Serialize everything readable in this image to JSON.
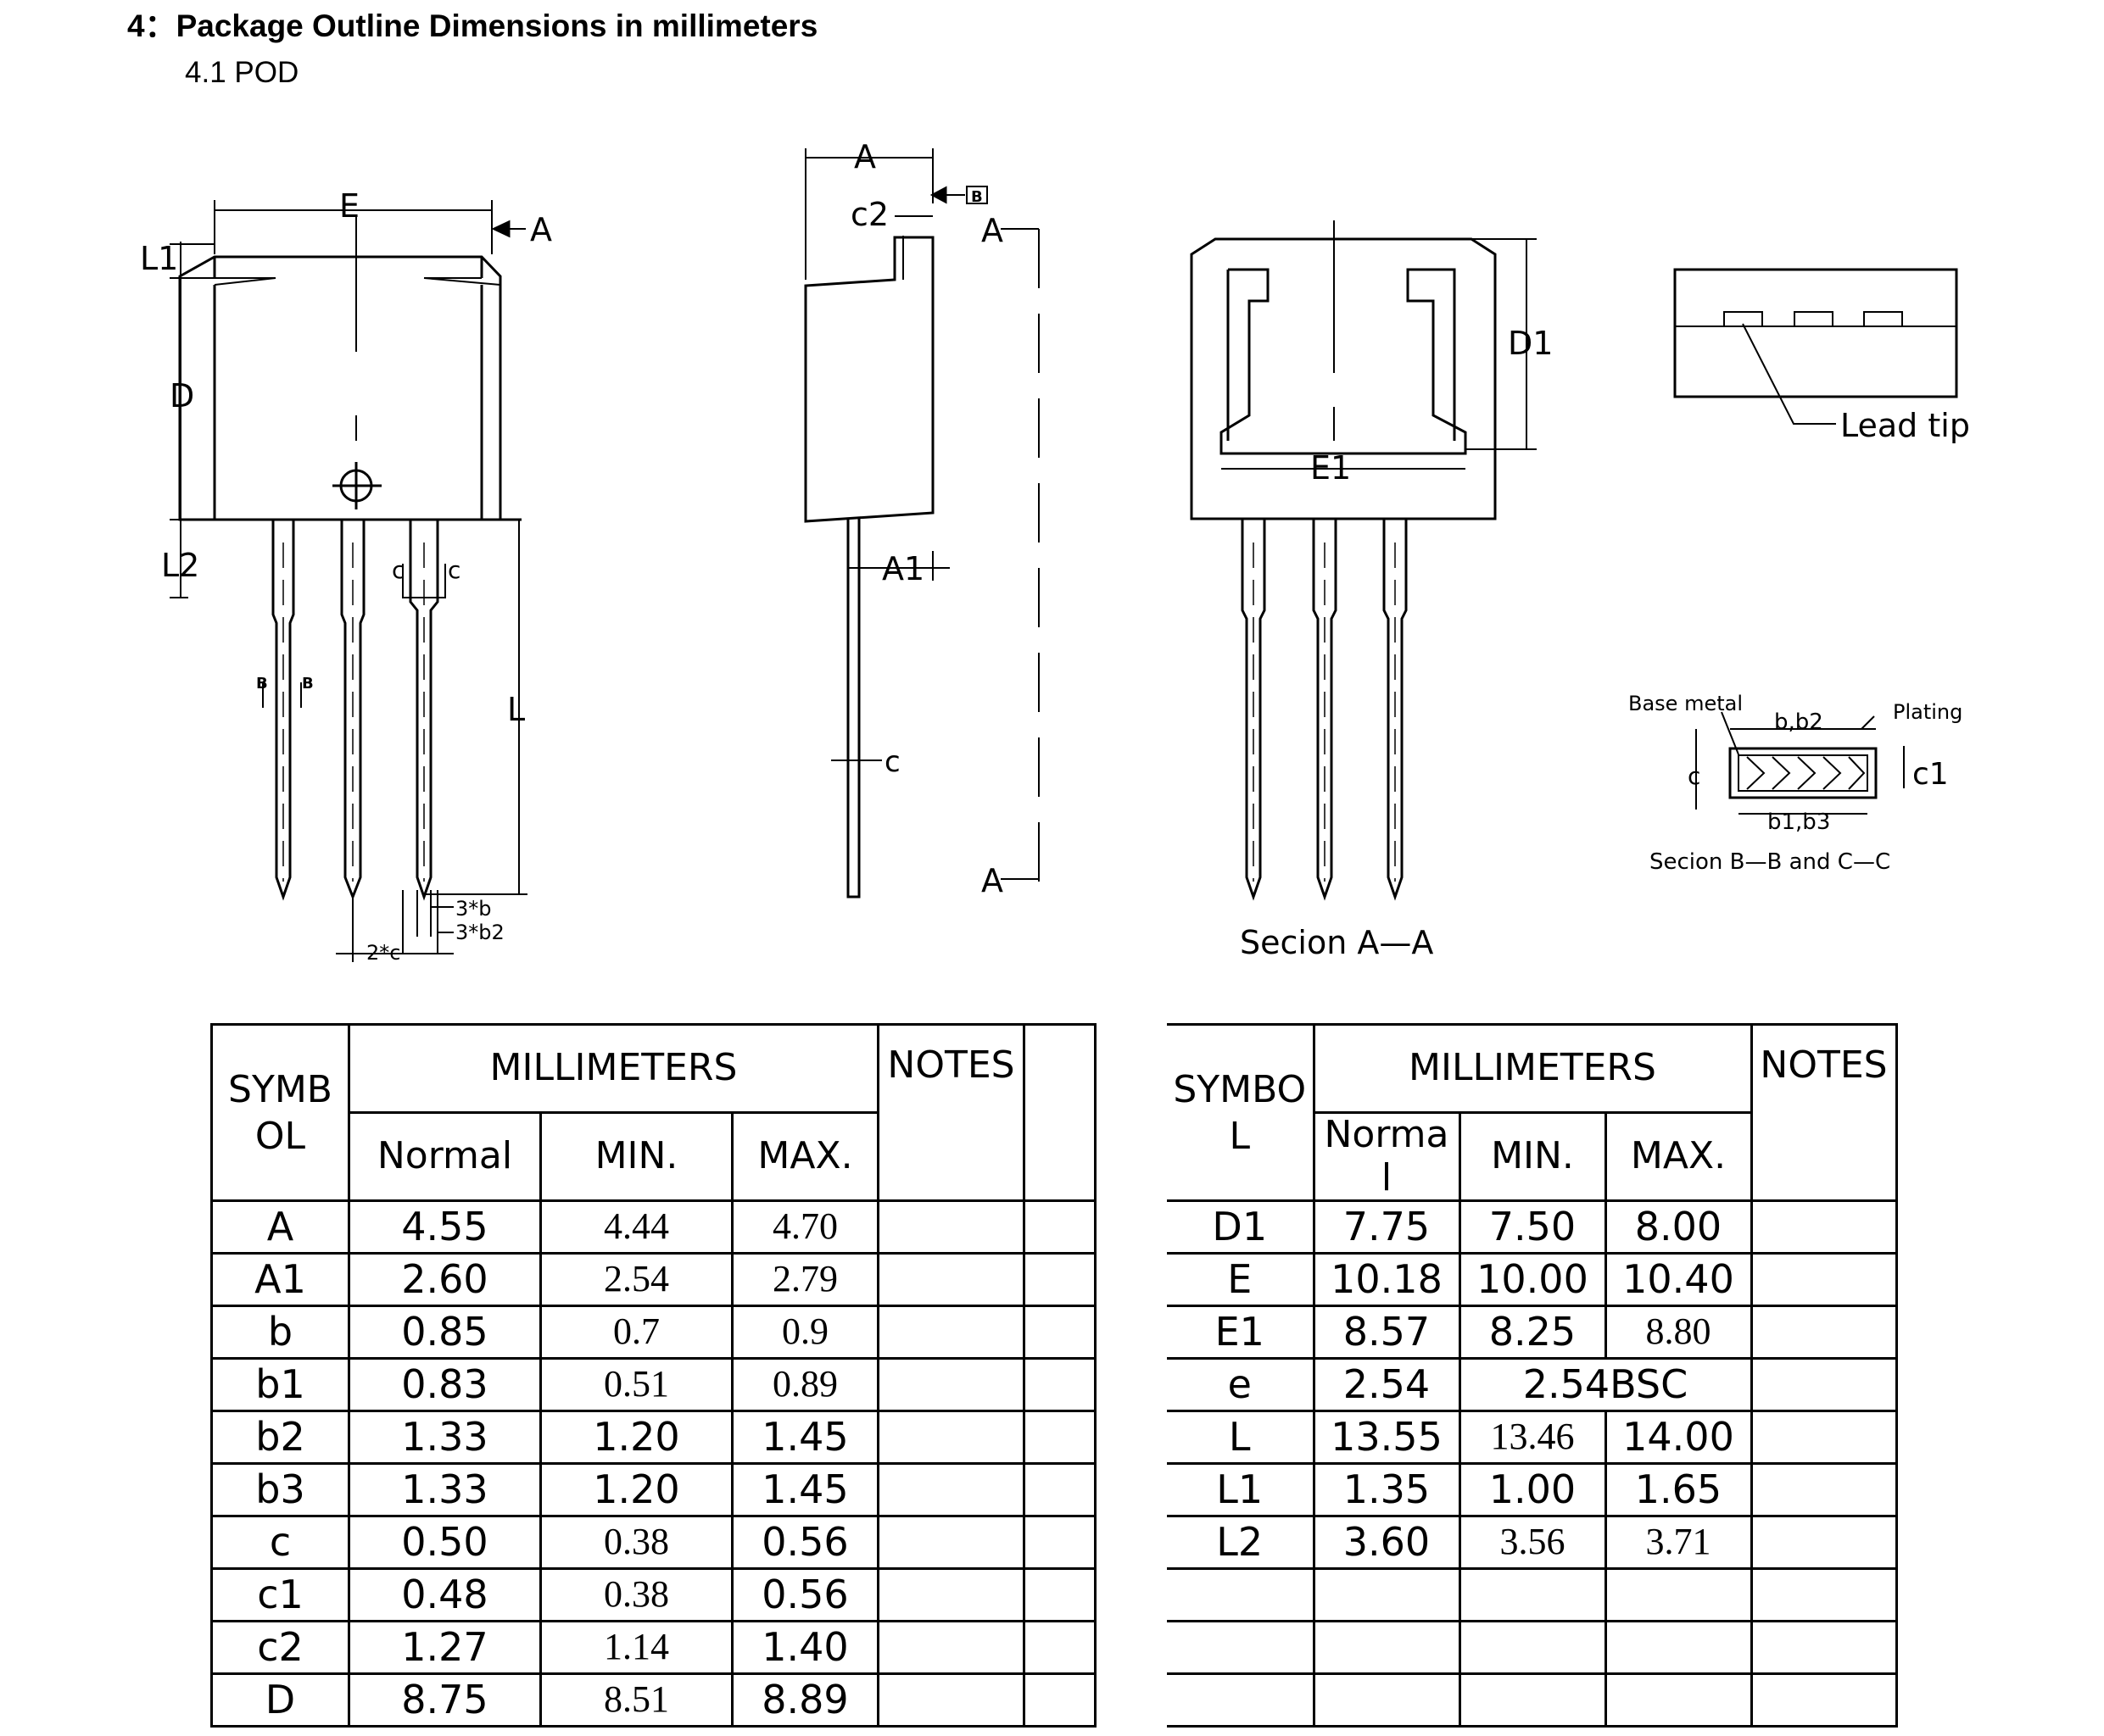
{
  "heading": "4：Package Outline Dimensions in millimeters",
  "subheading": "4.1 POD",
  "drawing": {
    "front": {
      "E": "E",
      "A": "A",
      "L1": "L1",
      "D": "D",
      "L2": "L2",
      "L": "L",
      "c_mark": "c",
      "b_mark": "B",
      "b3": "3*b",
      "b2": "3*b2",
      "c2": "2*c"
    },
    "side": {
      "A": "A",
      "c2": "c2",
      "A1": "A1",
      "c": "c",
      "datum": "B",
      "sect": "A"
    },
    "section_aa": {
      "D1": "D1",
      "E1": "E1",
      "caption": "Secion A—A"
    },
    "lead_tip": {
      "label": "Lead tip"
    },
    "section_bb": {
      "base_metal": "Base metal",
      "plating": "Plating",
      "b": "b,b2",
      "c": "c",
      "c1": "c1",
      "b1": "b1,b3",
      "caption": "Secion B—B and C—C"
    }
  },
  "table": {
    "left": {
      "symbol_header": "SYMB OL",
      "mm_header": "MILLIMETERS",
      "notes_header": "NOTES",
      "col_normal": "Normal",
      "col_min": "MIN.",
      "col_max": "MAX.",
      "rows": [
        {
          "sym": "A",
          "normal": "4.55",
          "min": "4.44",
          "max": "4.70"
        },
        {
          "sym": "A1",
          "normal": "2.60",
          "min": "2.54",
          "max": "2.79"
        },
        {
          "sym": "b",
          "normal": "0.85",
          "min": "0.7",
          "max": "0.9"
        },
        {
          "sym": "b1",
          "normal": "0.83",
          "min": "0.51",
          "max": "0.89"
        },
        {
          "sym": "b2",
          "normal": "1.33",
          "min": "1.20",
          "max": "1.45"
        },
        {
          "sym": "b3",
          "normal": "1.33",
          "min": "1.20",
          "max": "1.45"
        },
        {
          "sym": "c",
          "normal": "0.50",
          "min": "0.38",
          "max": "0.56"
        },
        {
          "sym": "c1",
          "normal": "0.48",
          "min": "0.38",
          "max": "0.56"
        },
        {
          "sym": "c2",
          "normal": "1.27",
          "min": "1.14",
          "max": "1.40"
        },
        {
          "sym": "D",
          "normal": "8.75",
          "min": "8.51",
          "max": "8.89"
        }
      ]
    },
    "right": {
      "symbol_header": "SYMBO L",
      "mm_header": "MILLIMETERS",
      "notes_header": "NOTES",
      "col_normal": "Norma l",
      "col_min": "MIN.",
      "col_max": "MAX.",
      "rows": [
        {
          "sym": "D1",
          "normal": "7.75",
          "min": "7.50",
          "max": "8.00"
        },
        {
          "sym": "E",
          "normal": "10.18",
          "min": "10.00",
          "max": "10.40"
        },
        {
          "sym": "E1",
          "normal": "8.57",
          "min": "8.25",
          "max": "8.80"
        },
        {
          "sym": "e",
          "normal": "2.54",
          "bsc": "2.54BSC"
        },
        {
          "sym": "L",
          "normal": "13.55",
          "min": "13.46",
          "max": "14.00"
        },
        {
          "sym": "L1",
          "normal": "1.35",
          "min": "1.00",
          "max": "1.65"
        },
        {
          "sym": "L2",
          "normal": "3.60",
          "min": "3.56",
          "max": "3.71"
        }
      ]
    }
  }
}
